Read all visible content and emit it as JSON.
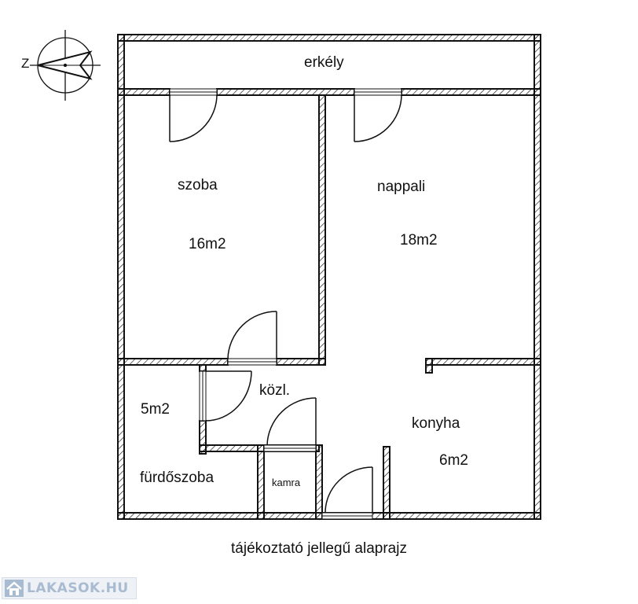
{
  "rooms": {
    "erkely": "erkély",
    "szoba": "szoba",
    "szoba_area": "16m2",
    "nappali": "nappali",
    "nappali_area": "18m2",
    "furdo_area": "5m2",
    "furdo": "fürdőszoba",
    "kozl": "közl.",
    "kamra": "kamra",
    "konyha": "konyha",
    "konyha_area": "6m2"
  },
  "compass": {
    "letter": "Z"
  },
  "caption": "tájékoztató jellegű alaprajz",
  "logo": {
    "text": "LAKASOK.HU",
    "icon": "house-icon"
  },
  "colors": {
    "wall": "#111111",
    "hatch": "#111111",
    "door": "#111111"
  }
}
